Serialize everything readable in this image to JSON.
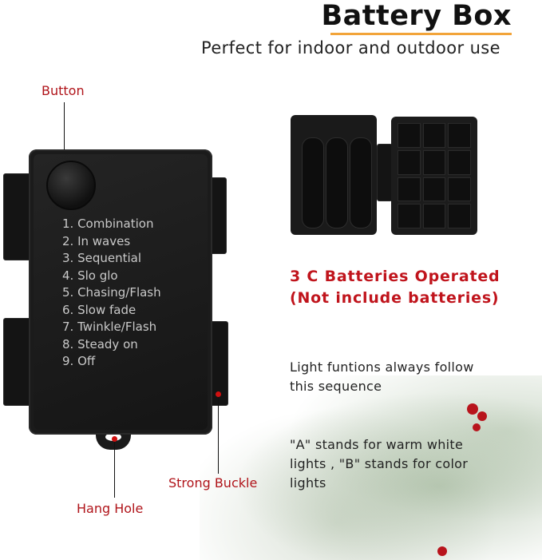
{
  "header": {
    "title": "Battery Box",
    "subtitle": "Perfect for indoor and outdoor use"
  },
  "callouts": {
    "button": "Button",
    "hang_hole": "Hang Hole",
    "strong_buckle": "Strong Buckle"
  },
  "modes": [
    "1. Combination",
    "2. In waves",
    "3. Sequential",
    "4. Slo glo",
    "5. Chasing/Flash",
    "6. Slow fade",
    "7. Twinkle/Flash",
    "8. Steady on",
    "9. Off"
  ],
  "battery_note": {
    "line1": "3 C Batteries Operated",
    "line2": "(Not include batteries)"
  },
  "info": {
    "sequence_line1": "Light funtions always follow",
    "sequence_line2": "this sequence",
    "ab_line1": "\"A\" stands for warm white",
    "ab_line2": "lights , \"B\" stands for color",
    "ab_line3": "lights"
  },
  "colors": {
    "accent_underline": "#f2a43a",
    "callout_red": "#b0141a",
    "battery_text_red": "#c0141c"
  }
}
